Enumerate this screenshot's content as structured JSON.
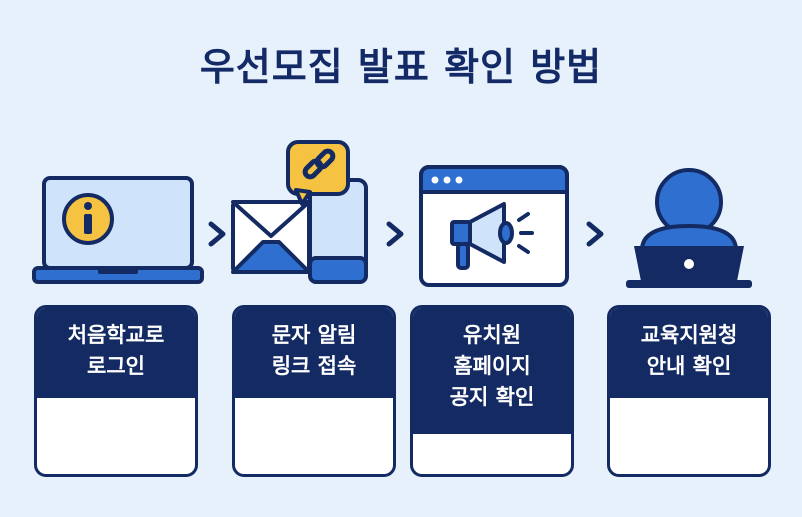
{
  "title": "우선모집 발표 확인 방법",
  "steps": [
    {
      "lines": [
        "처음학교로",
        "로그인"
      ],
      "icon": "laptop-info-icon"
    },
    {
      "lines": [
        "문자 알림",
        "링크 접속"
      ],
      "icon": "envelope-phone-link-icon"
    },
    {
      "lines": [
        "유치원",
        "홈페이지",
        "공지 확인"
      ],
      "icon": "browser-megaphone-icon"
    },
    {
      "lines": [
        "교육지원청",
        "안내 확인"
      ],
      "icon": "person-laptop-icon"
    }
  ],
  "colors": {
    "navy": "#132a63",
    "blue": "#2e6fd0",
    "light_blue": "#cfe3fb",
    "yellow": "#f5c242",
    "background": "#e6f1fc"
  }
}
